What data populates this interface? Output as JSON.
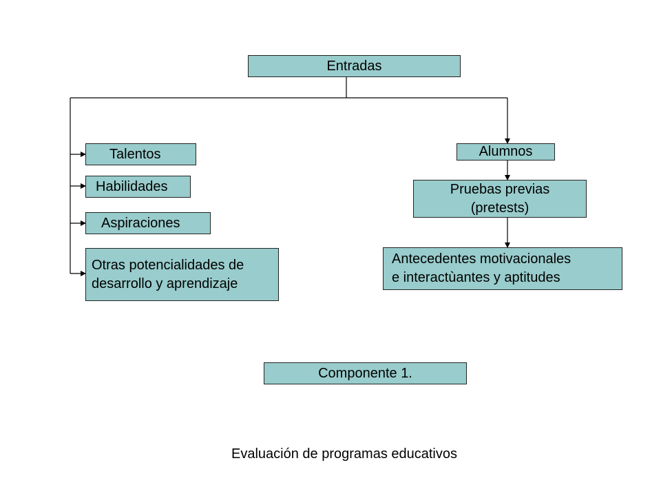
{
  "nodes": {
    "entradas": "Entradas",
    "talentos": "Talentos",
    "habilidades": "Habilidades",
    "aspiraciones": "Aspiraciones",
    "otras": "Otras potencialidades  de\n desarrollo y aprendizaje",
    "alumnos": "Alumnos",
    "pruebas": "Pruebas previas\n(pretests)",
    "antecedentes": "Antecedentes motivacionales\n    e interactùantes y aptitudes",
    "componente": "Componente 1."
  },
  "caption": "Evaluación de programas educativos",
  "colors": {
    "box_fill": "#99cccc",
    "line": "#000000"
  }
}
